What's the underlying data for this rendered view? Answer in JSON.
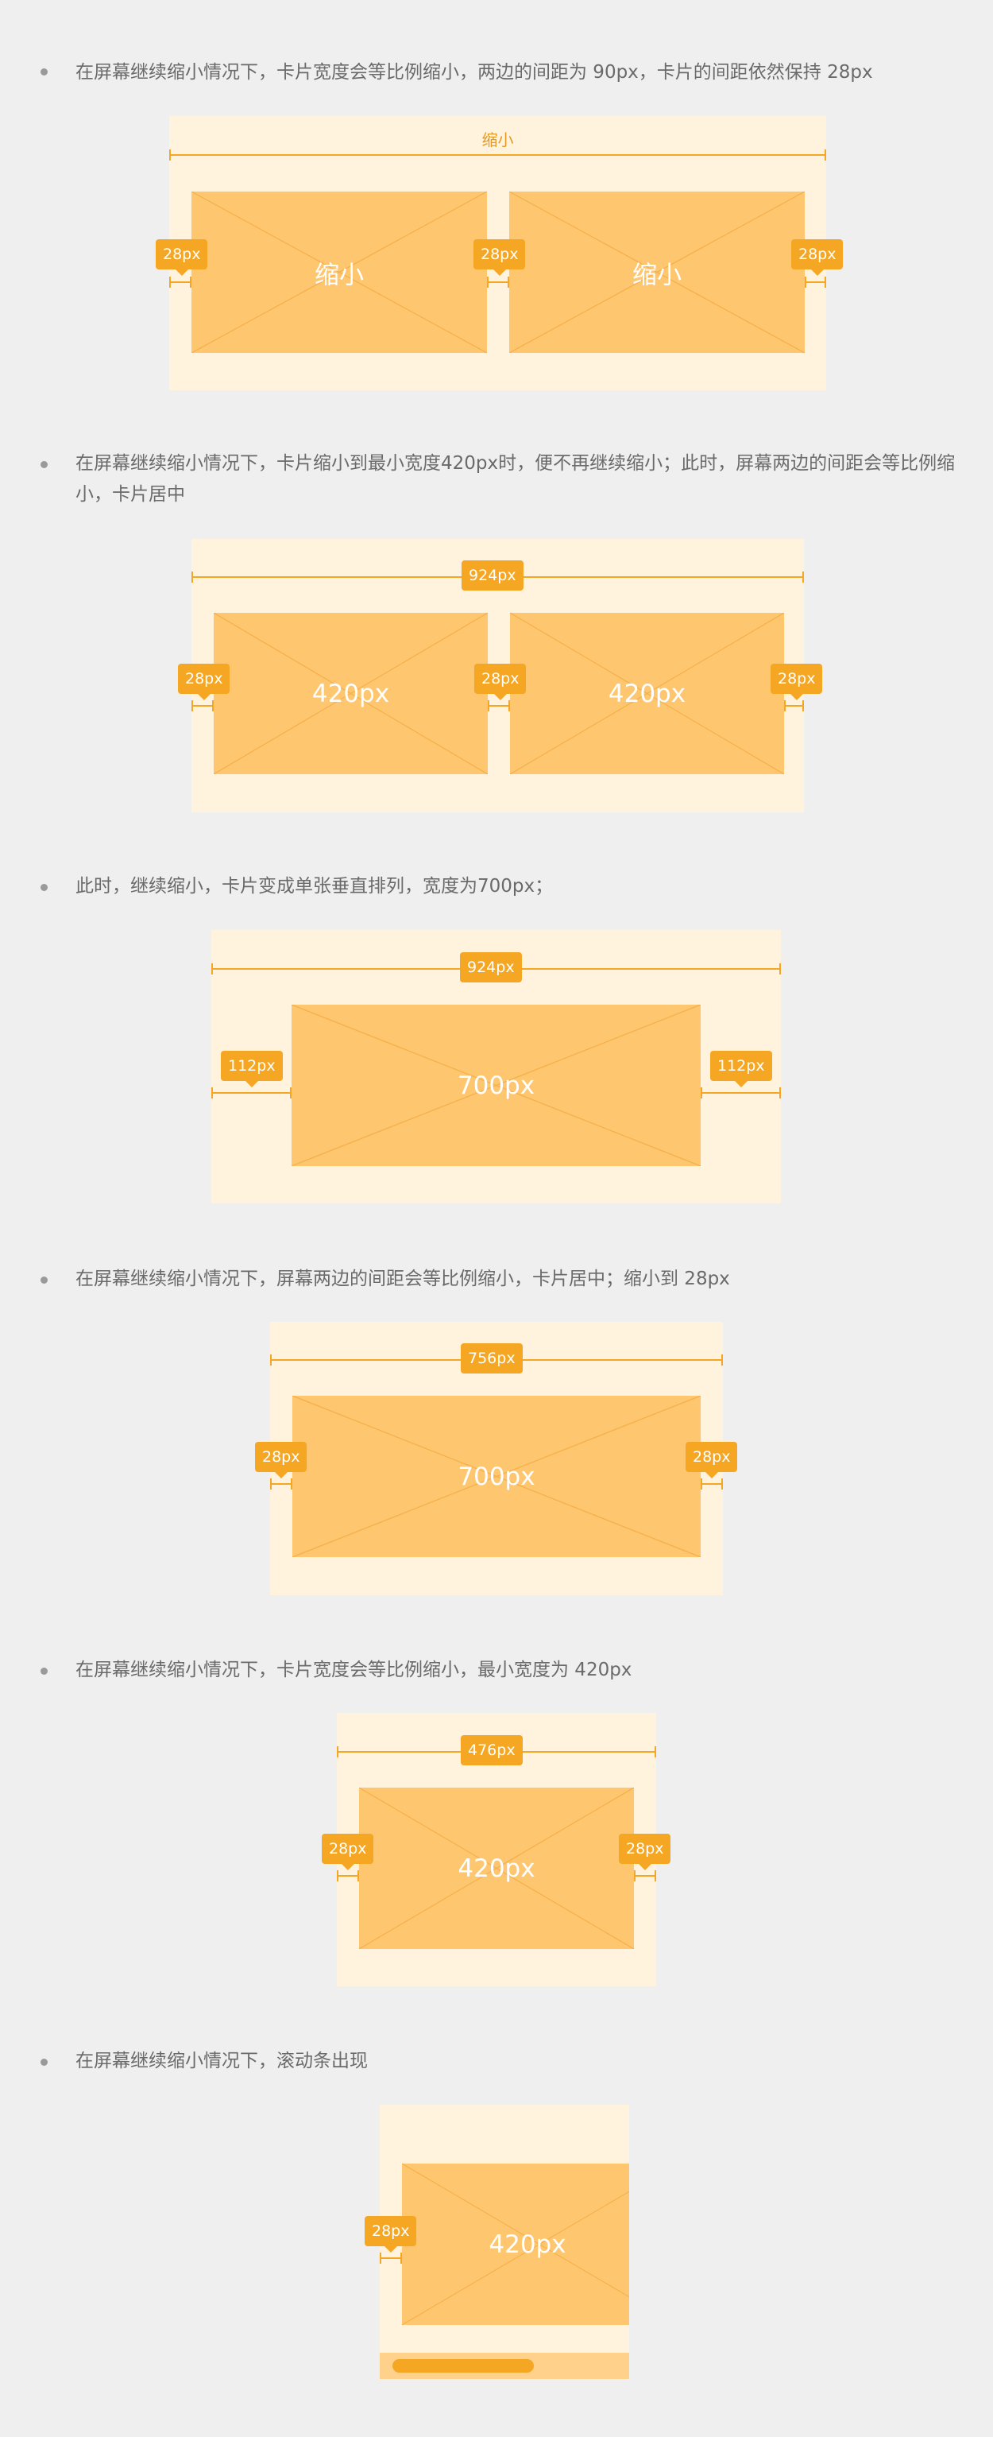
{
  "sections": [
    {
      "text": "在屏幕继续缩小情况下，卡片宽度会等比例缩小，两边的间距为 90px，卡片的间距依然保持 28px",
      "top_label": "缩小",
      "cards": [
        "缩小",
        "缩小"
      ],
      "badges": [
        "28px",
        "28px",
        "28px"
      ]
    },
    {
      "text": "在屏幕继续缩小情况下，卡片缩小到最小宽度420px时，便不再继续缩小；此时，屏幕两边的间距会等比例缩小，卡片居中",
      "top_label": "924px",
      "cards": [
        "420px",
        "420px"
      ],
      "badges": [
        "28px",
        "28px",
        "28px"
      ]
    },
    {
      "text": "此时，继续缩小，卡片变成单张垂直排列，宽度为700px；",
      "top_label": "924px",
      "cards": [
        "700px"
      ],
      "badges": [
        "112px",
        "112px"
      ]
    },
    {
      "text": "在屏幕继续缩小情况下，屏幕两边的间距会等比例缩小，卡片居中；缩小到 28px",
      "top_label": "756px",
      "cards": [
        "700px"
      ],
      "badges": [
        "28px",
        "28px"
      ]
    },
    {
      "text": "在屏幕继续缩小情况下，卡片宽度会等比例缩小，最小宽度为 420px",
      "top_label": "476px",
      "cards": [
        "420px"
      ],
      "badges": [
        "28px",
        "28px"
      ]
    },
    {
      "text": "在屏幕继续缩小情况下，滚动条出现",
      "cards": [
        "420px"
      ],
      "badges": [
        "28px"
      ]
    }
  ]
}
